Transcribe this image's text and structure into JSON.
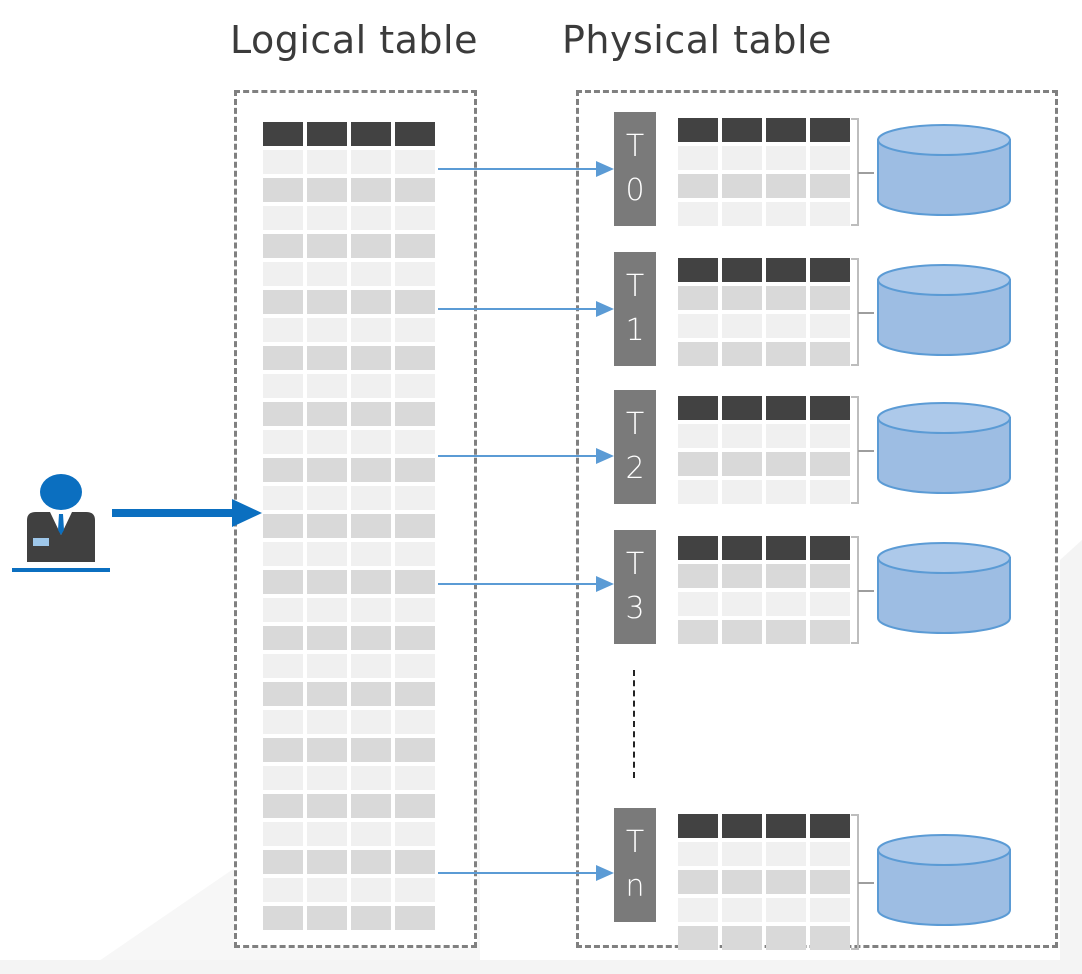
{
  "titles": {
    "logical": "Logical table",
    "physical": "Physical table"
  },
  "colors": {
    "arrow_primary": "#0b6fc0",
    "arrow_secondary": "#5b9bd5",
    "db_fill": "#9dbde3",
    "db_stroke": "#5b9bd5",
    "header_cell": "#424242",
    "tag_bg": "#7a7a7a",
    "dashed_border": "#808080"
  },
  "user": {
    "icon": "user-person-icon",
    "arrow_icon": "arrow-right-icon"
  },
  "logical_table": {
    "columns": 4,
    "rows": 28
  },
  "shards": [
    {
      "label_line1": "T",
      "label_line2": "0",
      "rows": 3,
      "db_icon": "database-icon"
    },
    {
      "label_line1": "T",
      "label_line2": "1",
      "rows": 3,
      "db_icon": "database-icon"
    },
    {
      "label_line1": "T",
      "label_line2": "2",
      "rows": 3,
      "db_icon": "database-icon"
    },
    {
      "label_line1": "T",
      "label_line2": "3",
      "rows": 3,
      "db_icon": "database-icon"
    },
    {
      "label_line1": "T",
      "label_line2": "n",
      "rows": 4,
      "db_icon": "database-icon"
    }
  ],
  "ellipsis": "vertical-ellipsis"
}
